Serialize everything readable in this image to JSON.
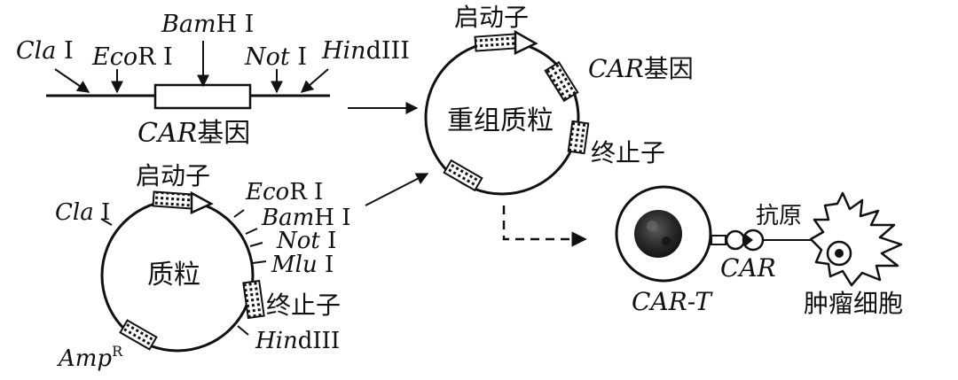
{
  "car_gene_panel": {
    "cla_i": {
      "italic": "Cla",
      "roman": " I"
    },
    "ecor_i": {
      "italic": "Eco",
      "roman": "R I"
    },
    "bamh_i": {
      "italic": "Bam",
      "roman": "H I"
    },
    "not_i": {
      "italic": "Not",
      "roman": " I"
    },
    "hindiii": {
      "italic": "Hin",
      "roman": "dIII"
    },
    "gene_label": {
      "italic": "CAR",
      "cjk": "基因"
    }
  },
  "plasmid": {
    "center_label": "质粒",
    "promoter": "启动子",
    "terminator": "终止子",
    "cla_i": {
      "italic": "Cla",
      "roman": " I"
    },
    "ecor_i": {
      "italic": "Eco",
      "roman": "R I"
    },
    "bamh_i": {
      "italic": "Bam",
      "roman": "H I"
    },
    "not_i": {
      "italic": "Not",
      "roman": " I"
    },
    "mlu_i": {
      "italic": "Mlu",
      "roman": " I"
    },
    "hindiii": {
      "italic": "Hin",
      "roman": "dIII"
    },
    "amp": {
      "italic": "Amp",
      "sup": "R"
    }
  },
  "recombinant": {
    "center_label": "重组质粒",
    "promoter": "启动子",
    "gene_label": {
      "italic": "CAR",
      "cjk": "基因"
    },
    "terminator": "终止子"
  },
  "cell_panel": {
    "cart_label": "CAR-T",
    "car_label": "CAR",
    "antigen_label": "抗原",
    "tumor_label": "肿瘤细胞"
  }
}
